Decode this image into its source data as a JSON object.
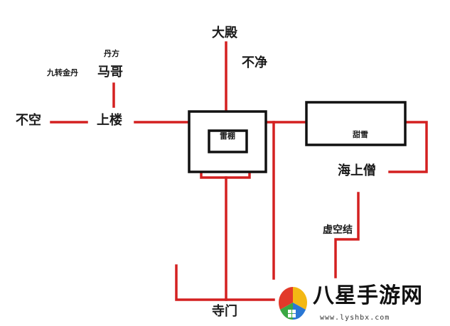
{
  "labels": {
    "dadian": "大殿",
    "bujing": "不净",
    "danfang": "丹方",
    "jiuzhuan_jindan": "九转金丹",
    "mage": "马哥",
    "bukong": "不空",
    "shanglou": "上楼",
    "leipeng": "雷棚",
    "tianxue": "甜雪",
    "haishangseng": "海上僧",
    "xukongjie": "虚空结",
    "simen": "寺门"
  },
  "watermark": {
    "text": "八星手游网",
    "url": "www.lyshbx.com"
  },
  "colors": {
    "line": "#d42020",
    "box": "#111111",
    "label": "#1a1a1a",
    "logo_red": "#e23a2a",
    "logo_green": "#3aa843",
    "logo_blue": "#2a77d4",
    "logo_yellow": "#f3b814"
  },
  "icons": [
    "logo-icon"
  ]
}
